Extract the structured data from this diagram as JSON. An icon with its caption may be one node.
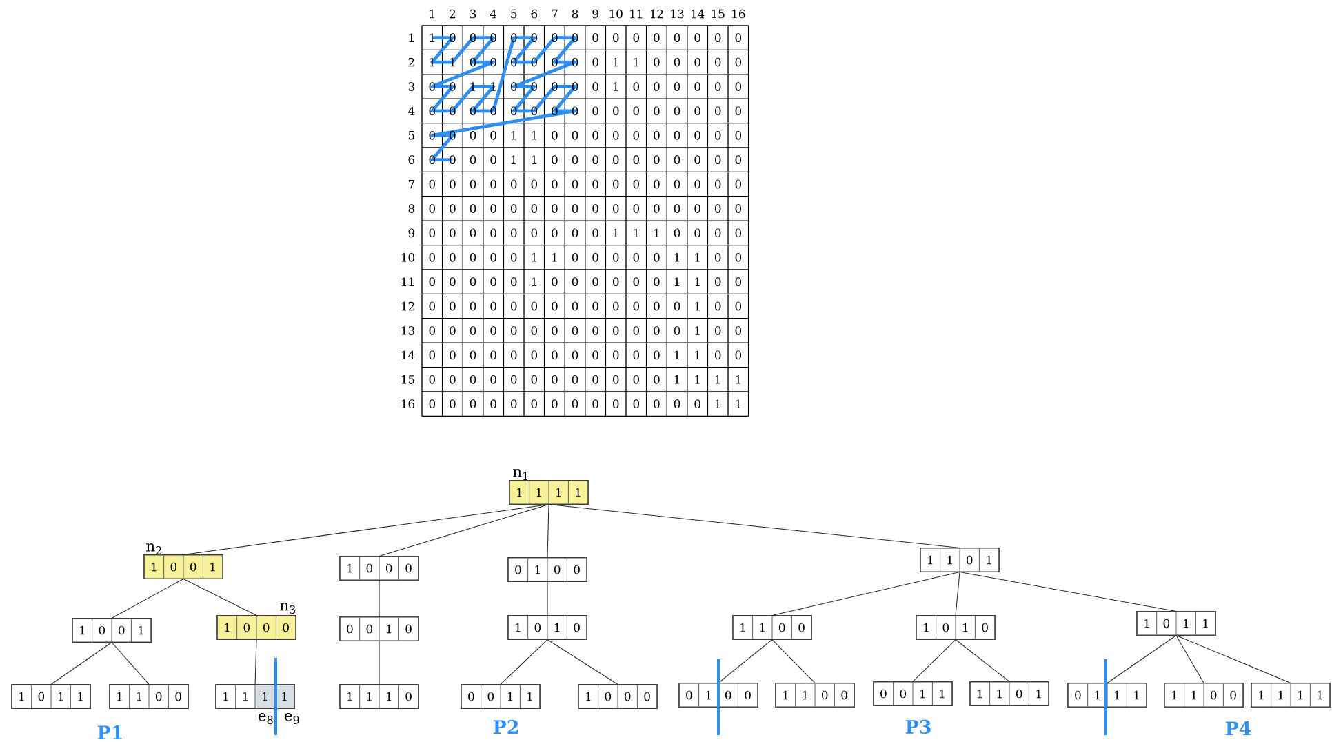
{
  "diagram": {
    "nodes": [
      {
        "text": [
          "1",
          "1",
          "1",
          "1"
        ],
        "beside": [
          "n$_{1}$"
        ]
      },
      {
        "text": [
          "1",
          "0",
          "0",
          "1"
        ],
        "beside": [
          "n$_{2}$"
        ]
      },
      {
        "text": [
          "1",
          "0",
          "0",
          "0"
        ]
      },
      {
        "text": [
          "0",
          "1",
          "0",
          "0"
        ]
      },
      {
        "text": [
          "1",
          "1",
          "0",
          "1"
        ]
      },
      {
        "text": [
          "1",
          "0",
          "0",
          "1"
        ]
      },
      {
        "text": [
          "1",
          "0",
          "0",
          "0"
        ],
        "beside": [
          "n$_{3}$"
        ]
      },
      {
        "text": [
          "0",
          "0",
          "1",
          "0"
        ]
      },
      {
        "text": [
          "1",
          "0",
          "1",
          "0"
        ]
      },
      {
        "text": [
          "1",
          "1",
          "0",
          "0"
        ]
      },
      {
        "text": [
          "1",
          "0",
          "1",
          "0"
        ]
      },
      {
        "text": [
          "1",
          "0",
          "1",
          "1"
        ]
      },
      {
        "text": [
          "1",
          "0",
          "1",
          "1"
        ]
      },
      {
        "text": [
          "1",
          "1",
          "0",
          "0"
        ]
      },
      {
        "text": [
          "1",
          "1",
          "1",
          "1"
        ],
        "beside": [
          "e$_{8}$",
          "e$_{9}$"
        ]
      },
      {
        "text": [
          "1",
          "1",
          "1",
          "0"
        ]
      },
      {
        "text": [
          "0",
          "0",
          "1",
          "1"
        ]
      },
      {
        "text": [
          "1",
          "0",
          "0",
          "0"
        ]
      },
      {
        "text": [
          "0",
          "1",
          "0",
          "0"
        ]
      },
      {
        "text": [
          "1",
          "1",
          "0",
          "0"
        ]
      },
      {
        "text": [
          "0",
          "0",
          "1",
          "1"
        ]
      },
      {
        "text": [
          "1",
          "1",
          "0",
          "1"
        ]
      },
      {
        "text": [
          "0",
          "1",
          "1",
          "1"
        ]
      },
      {
        "text": [
          "1",
          "1",
          "0",
          "0"
        ]
      },
      {
        "text": [
          "1",
          "1",
          "1",
          "1"
        ]
      }
    ],
    "edges": [
      {
        "from": 0,
        "to": 1,
        "arrow": "none"
      },
      {
        "from": 0,
        "to": 2,
        "arrow": "none"
      },
      {
        "from": 0,
        "to": 3,
        "arrow": "none"
      },
      {
        "from": 0,
        "to": 4,
        "arrow": "none"
      },
      {
        "from": 1,
        "to": 5,
        "arrow": "none"
      },
      {
        "from": 1,
        "to": 6,
        "arrow": "none"
      },
      {
        "from": 2,
        "to": 7,
        "arrow": "none"
      },
      {
        "from": 3,
        "to": 8,
        "arrow": "none"
      },
      {
        "from": 4,
        "to": 9,
        "arrow": "none"
      },
      {
        "from": 4,
        "to": 10,
        "arrow": "none"
      },
      {
        "from": 4,
        "to": 11,
        "arrow": "none"
      },
      {
        "from": 5,
        "to": 12,
        "arrow": "none"
      },
      {
        "from": 5,
        "to": 13,
        "arrow": "none"
      },
      {
        "from": 6,
        "to": 14,
        "arrow": "none"
      },
      {
        "from": 7,
        "to": 15,
        "arrow": "none"
      },
      {
        "from": 8,
        "to": 16,
        "arrow": "none"
      },
      {
        "from": 8,
        "to": 17,
        "arrow": "none"
      },
      {
        "from": 9,
        "to": 18,
        "arrow": "none"
      },
      {
        "from": 9,
        "to": 19,
        "arrow": "none"
      },
      {
        "from": 10,
        "to": 20,
        "arrow": "none"
      },
      {
        "from": 10,
        "to": 21,
        "arrow": "none"
      },
      {
        "from": 11,
        "to": 22,
        "arrow": "none"
      },
      {
        "from": 11,
        "to": 23,
        "arrow": "none"
      },
      {
        "from": 11,
        "to": 24,
        "arrow": "none"
      }
    ],
    "labels": [
      "1",
      "2",
      "3",
      "4",
      "5",
      "6",
      "7",
      "8",
      "9",
      "10",
      "11",
      "12",
      "13",
      "14",
      "15",
      "16",
      "1",
      "1",
      "0",
      "0",
      "0",
      "0",
      "0",
      "0",
      "0",
      "0",
      "0",
      "0",
      "0",
      "0",
      "0",
      "0",
      "0",
      "2",
      "1",
      "1",
      "0",
      "0",
      "0",
      "0",
      "0",
      "0",
      "0",
      "1",
      "1",
      "0",
      "0",
      "0",
      "0",
      "0",
      "3",
      "0",
      "0",
      "1",
      "1",
      "0",
      "0",
      "0",
      "0",
      "0",
      "1",
      "0",
      "0",
      "0",
      "0",
      "0",
      "0",
      "4",
      "0",
      "0",
      "0",
      "0",
      "0",
      "0",
      "0",
      "0",
      "0",
      "0",
      "0",
      "0",
      "0",
      "0",
      "0",
      "0",
      "5",
      "0",
      "0",
      "0",
      "0",
      "1",
      "1",
      "0",
      "0",
      "0",
      "0",
      "0",
      "0",
      "0",
      "0",
      "0",
      "0",
      "6",
      "0",
      "0",
      "0",
      "0",
      "1",
      "1",
      "0",
      "0",
      "0",
      "0",
      "0",
      "0",
      "0",
      "0",
      "0",
      "0",
      "7",
      "0",
      "0",
      "0",
      "0",
      "0",
      "0",
      "0",
      "0",
      "0",
      "0",
      "0",
      "0",
      "0",
      "0",
      "0",
      "0",
      "8",
      "0",
      "0",
      "0",
      "0",
      "0",
      "0",
      "0",
      "0",
      "0",
      "0",
      "0",
      "0",
      "0",
      "0",
      "0",
      "0",
      "9",
      "0",
      "0",
      "0",
      "0",
      "0",
      "0",
      "0",
      "0",
      "0",
      "1",
      "1",
      "1",
      "0",
      "0",
      "0",
      "0",
      "10",
      "0",
      "0",
      "0",
      "0",
      "0",
      "1",
      "1",
      "0",
      "0",
      "0",
      "0",
      "0",
      "1",
      "1",
      "0",
      "0",
      "11",
      "0",
      "0",
      "0",
      "0",
      "0",
      "1",
      "0",
      "0",
      "0",
      "0",
      "0",
      "0",
      "1",
      "1",
      "0",
      "0",
      "12",
      "0",
      "0",
      "0",
      "0",
      "0",
      "0",
      "0",
      "0",
      "0",
      "0",
      "0",
      "0",
      "0",
      "1",
      "0",
      "0",
      "13",
      "0",
      "0",
      "0",
      "0",
      "0",
      "0",
      "0",
      "0",
      "0",
      "0",
      "0",
      "0",
      "0",
      "1",
      "0",
      "0",
      "14",
      "0",
      "0",
      "0",
      "0",
      "0",
      "0",
      "0",
      "0",
      "0",
      "0",
      "0",
      "0",
      "1",
      "1",
      "0",
      "0",
      "15",
      "0",
      "0",
      "0",
      "0",
      "0",
      "0",
      "0",
      "0",
      "0",
      "0",
      "0",
      "0",
      "1",
      "1",
      "1",
      "1",
      "16",
      "0",
      "0",
      "0",
      "0",
      "0",
      "0",
      "0",
      "0",
      "0",
      "0",
      "0",
      "0",
      "0",
      "0",
      "1",
      "1",
      "P1",
      "P2",
      "P3",
      "P4"
    ]
  }
}
